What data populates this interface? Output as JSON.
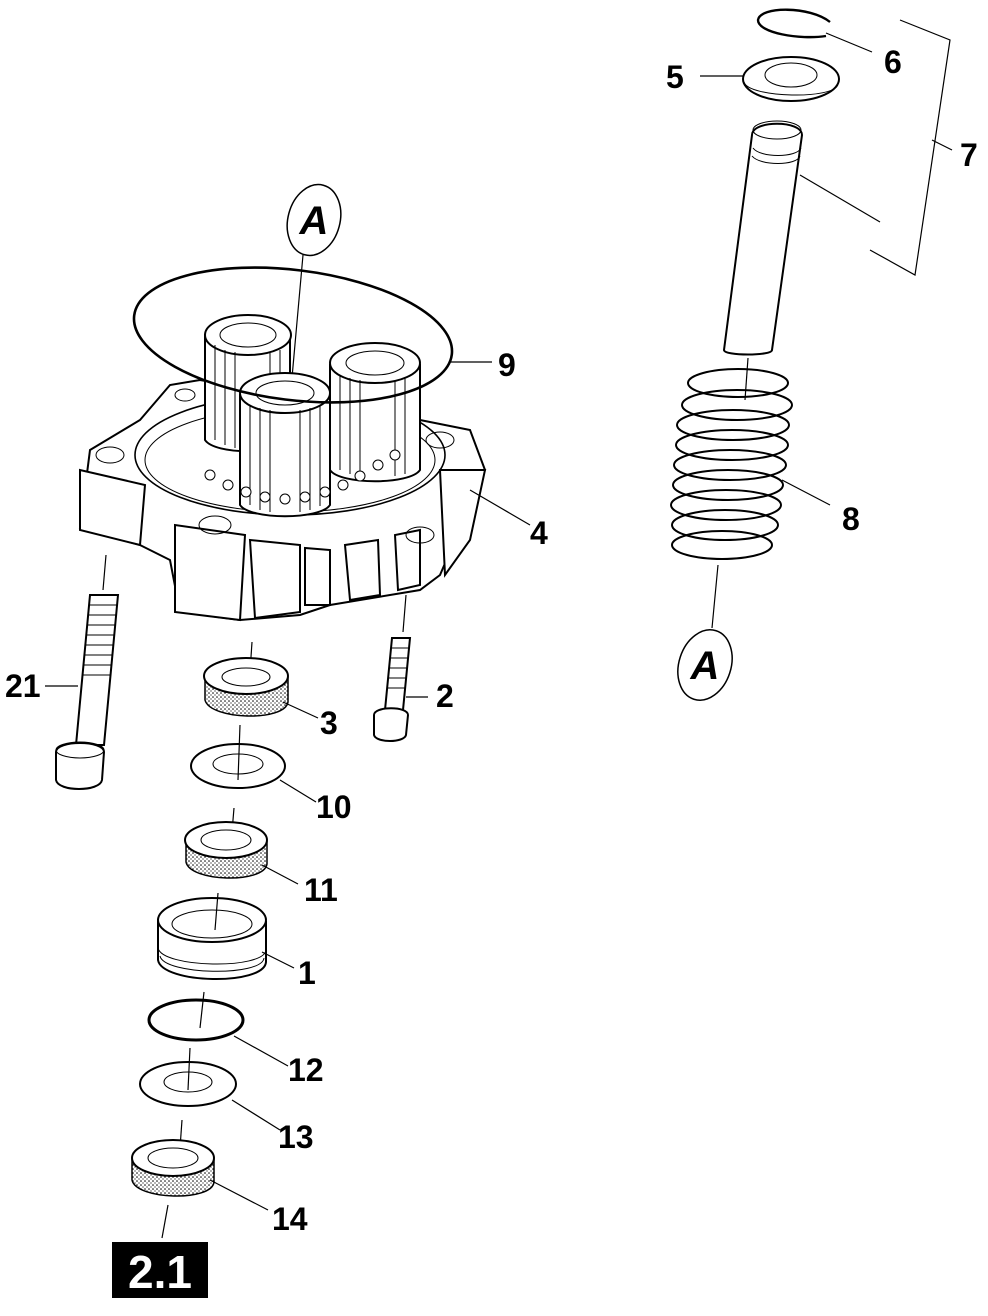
{
  "diagram": {
    "callouts": {
      "c1": "1",
      "c2": "2",
      "c3": "3",
      "c4": "4",
      "c5": "5",
      "c6": "6",
      "c7": "7",
      "c8": "8",
      "c9": "9",
      "c10": "10",
      "c11": "11",
      "c12": "12",
      "c13": "13",
      "c14": "14",
      "c21": "21"
    },
    "reference_marks": {
      "top": "A",
      "bottom": "A"
    },
    "section_label": "2.1"
  }
}
